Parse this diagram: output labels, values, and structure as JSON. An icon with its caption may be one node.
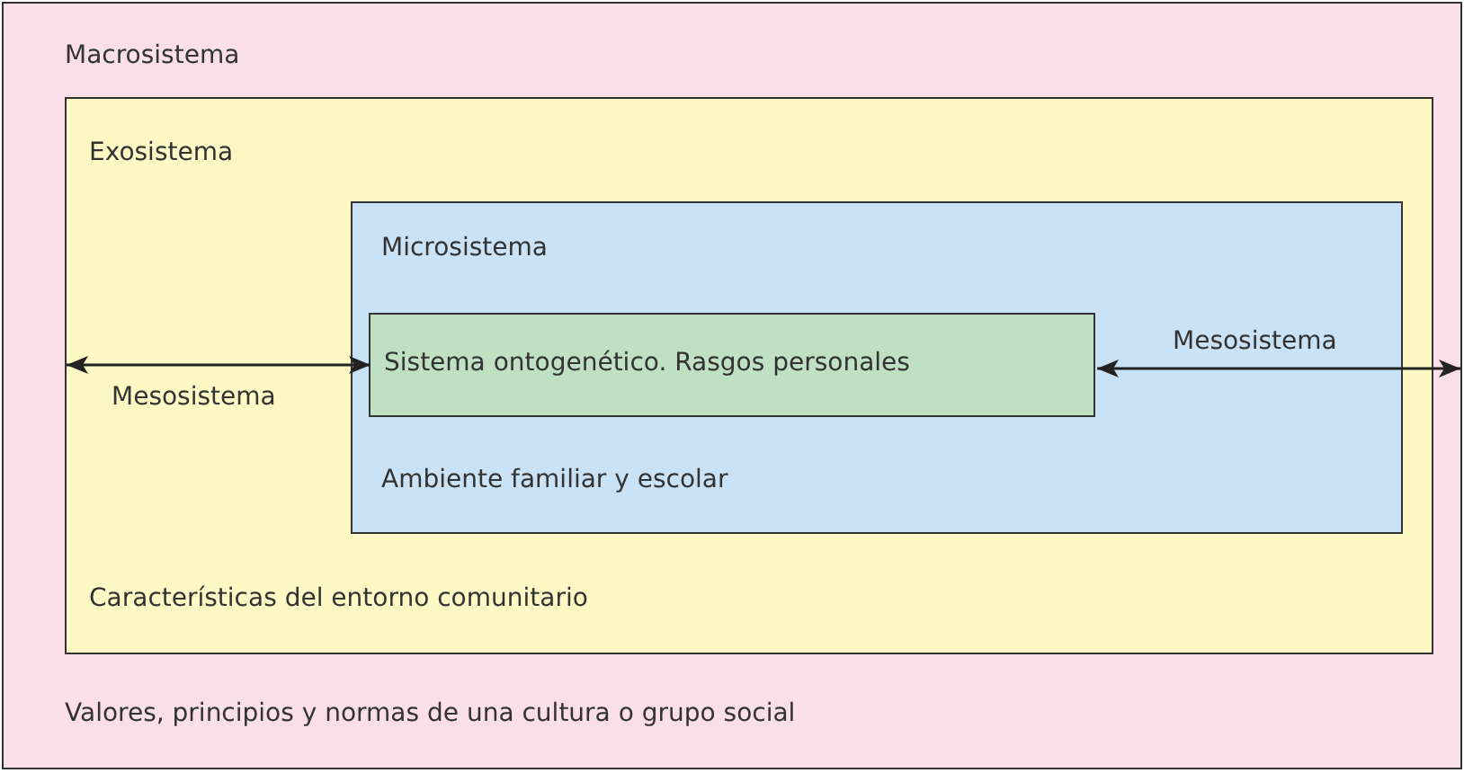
{
  "diagram": {
    "nodes": [
      {
        "text": [
          "Macrosistema",
          "Valores, principios y normas de una cultura o grupo social"
        ]
      },
      {
        "text": [
          "Exosistema",
          "Características del entorno comunitario"
        ],
        "in": 0
      },
      {
        "text": [
          "Microsistema",
          "Ambiente familiar y escolar"
        ],
        "in": 1
      },
      {
        "text": [
          "Sistema ontogenético. Rasgos personales"
        ],
        "in": 2
      }
    ],
    "edges": [
      {
        "from": 1,
        "to": 3,
        "arrow": "both",
        "label": "Mesosistema"
      },
      {
        "from": 3,
        "to": 0,
        "arrow": "both",
        "label": "Mesosistema"
      }
    ]
  }
}
